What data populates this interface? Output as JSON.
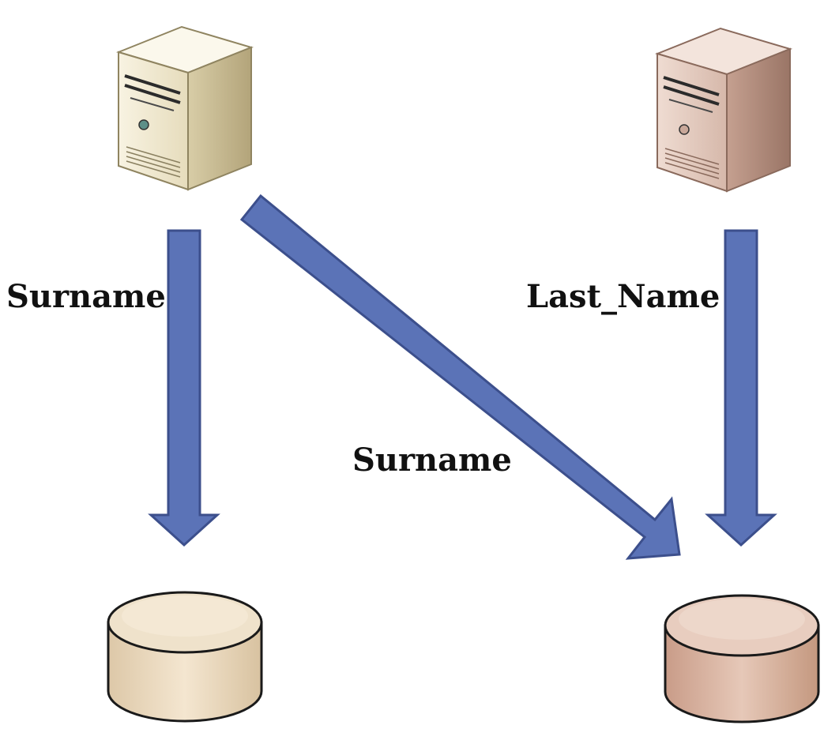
{
  "labels": {
    "left_flow": "Surname",
    "cross_flow": "Surname",
    "right_flow": "Last_Name"
  },
  "icons": {
    "left_server": "server-tower-icon",
    "right_server": "server-tower-icon",
    "left_database": "database-cylinder-icon",
    "right_database": "database-cylinder-icon"
  },
  "colors": {
    "arrow_fill": "#5b73b7",
    "arrow_stroke": "#3c4f8c",
    "left_server_tone": "#efe6c8",
    "right_server_tone": "#d9b8a8",
    "left_db_tone": "#ead8bd",
    "right_db_tone": "#d9b2a0"
  }
}
